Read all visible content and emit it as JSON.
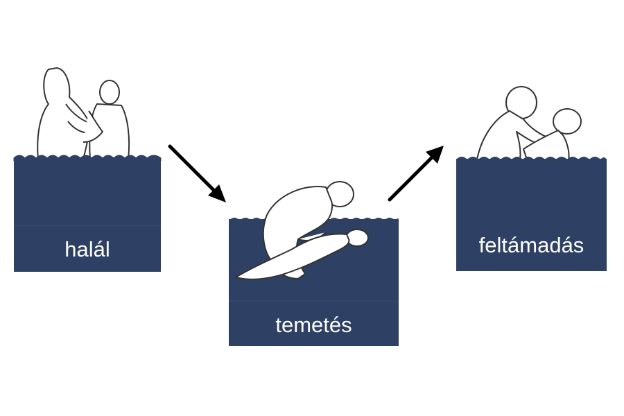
{
  "diagram": {
    "stages": [
      {
        "label": "halál"
      },
      {
        "label": "temetés"
      },
      {
        "label": "feltámadás"
      }
    ]
  },
  "colors": {
    "water": "#2e4063",
    "arrow": "#000000",
    "figure_fill": "#ffffff",
    "figure_stroke": "#333333"
  },
  "icons": {
    "arrow_down": "arrow-down-right-icon",
    "arrow_up": "arrow-up-right-icon"
  }
}
